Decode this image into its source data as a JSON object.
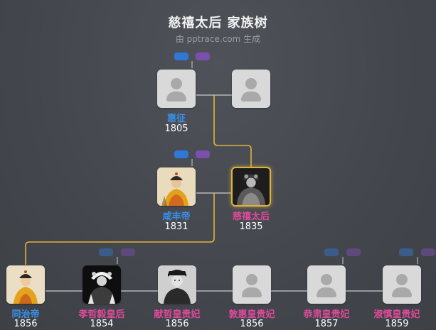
{
  "header": {
    "title": "慈禧太后 家族树",
    "subtitle": "由 pptrace.com 生成"
  },
  "colors": {
    "male": "#3a8fe8",
    "female": "#e0499a",
    "highlight": "#e0b23c",
    "connector": "#c9c9c9"
  },
  "people": {
    "huizheng": {
      "name": "惠征",
      "year": "1805",
      "gender": "male",
      "icon": "person-placeholder-icon"
    },
    "huizheng_spouse": {
      "name": "",
      "year": "",
      "gender": "unknown",
      "icon": "person-placeholder-icon"
    },
    "xianfeng": {
      "name": "咸丰帝",
      "year": "1831",
      "gender": "male",
      "icon": "emperor-portrait"
    },
    "cixi": {
      "name": "慈禧太后",
      "year": "1835",
      "gender": "female",
      "icon": "empress-portrait",
      "selected": true
    },
    "tongzhi": {
      "name": "同治帝",
      "year": "1856",
      "gender": "male",
      "icon": "emperor-portrait"
    },
    "xiaozheyi": {
      "name": "孝哲毅皇后",
      "year": "1854",
      "gender": "female",
      "icon": "bw-photo-portrait"
    },
    "xianzhe": {
      "name": "献哲皇贵妃",
      "year": "1856",
      "gender": "female",
      "icon": "bw-photo-portrait"
    },
    "dunhui": {
      "name": "敦惠皇贵妃",
      "year": "1856",
      "gender": "female",
      "icon": "person-placeholder-icon"
    },
    "gongsu": {
      "name": "恭肃皇贵妃",
      "year": "1857",
      "gender": "female",
      "icon": "person-placeholder-icon"
    },
    "shushen": {
      "name": "淑慎皇贵妃",
      "year": "1859",
      "gender": "female",
      "icon": "person-placeholder-icon"
    }
  }
}
